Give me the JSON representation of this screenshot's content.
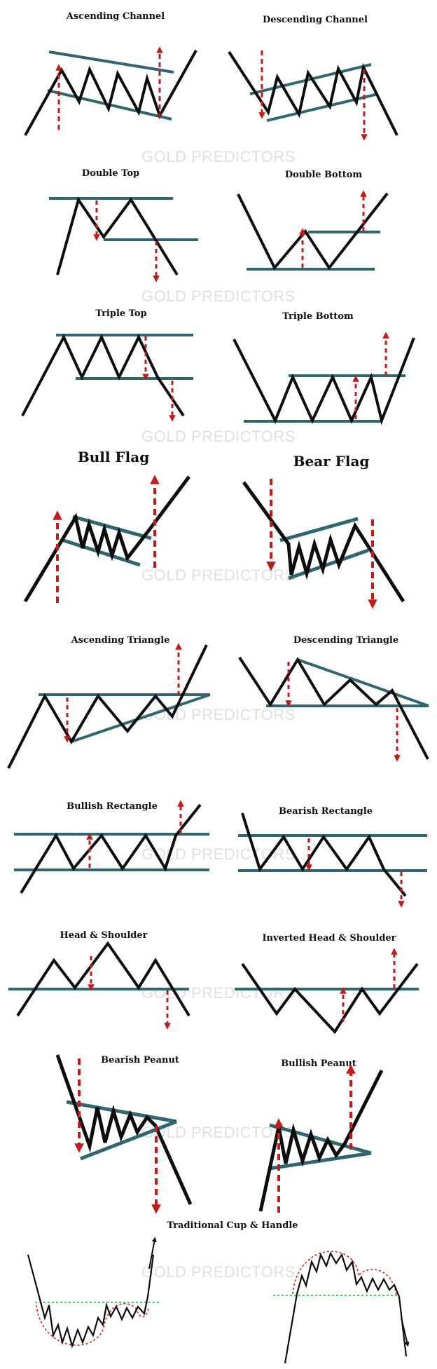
{
  "watermark_text": "GOLD PREDICTORS",
  "colors": {
    "price_line": "#0d0d0d",
    "boundary_line": "#2f6670",
    "arrow": "#c31a1a",
    "neckline_dotted": "#19a84a",
    "cup_outline_dotted": "#d21d1d",
    "background": "#ffffff"
  },
  "patterns": [
    {
      "id": "ascending-channel",
      "title": "Ascending Channel"
    },
    {
      "id": "descending-channel",
      "title": "Descending Channel"
    },
    {
      "id": "double-top",
      "title": "Double Top"
    },
    {
      "id": "double-bottom",
      "title": "Double Bottom"
    },
    {
      "id": "triple-top",
      "title": "Triple Top"
    },
    {
      "id": "triple-bottom",
      "title": "Triple Bottom"
    },
    {
      "id": "bull-flag",
      "title": "Bull Flag"
    },
    {
      "id": "bear-flag",
      "title": "Bear Flag"
    },
    {
      "id": "ascending-triangle",
      "title": "Ascending Triangle"
    },
    {
      "id": "descending-triangle",
      "title": "Descending Triangle"
    },
    {
      "id": "bullish-rectangle",
      "title": "Bullish Rectangle"
    },
    {
      "id": "bearish-rectangle",
      "title": "Bearish Rectangle"
    },
    {
      "id": "head-and-shoulder",
      "title": "Head & Shoulder"
    },
    {
      "id": "inverted-head-and-shoulder",
      "title": "Inverted Head & Shoulder"
    },
    {
      "id": "bearish-peanut",
      "title": "Bearish Peanut"
    },
    {
      "id": "bullish-peanut",
      "title": "Bullish Peanut"
    },
    {
      "id": "traditional-cup-and-handle",
      "title": "Traditional Cup & Handle"
    }
  ]
}
